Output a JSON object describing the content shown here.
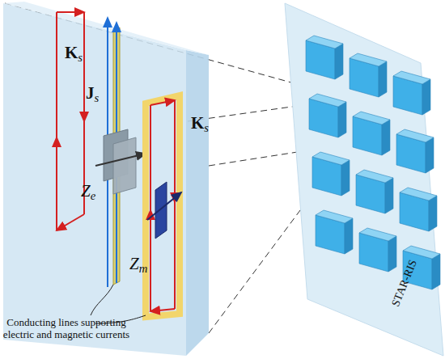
{
  "diagram": {
    "labels": [
      "Ks",
      "Js",
      "Ze",
      "Zm",
      "Ks",
      "STAR-RIS",
      "Conducting lines supporting electric and magnetic currents"
    ]
  }
}
